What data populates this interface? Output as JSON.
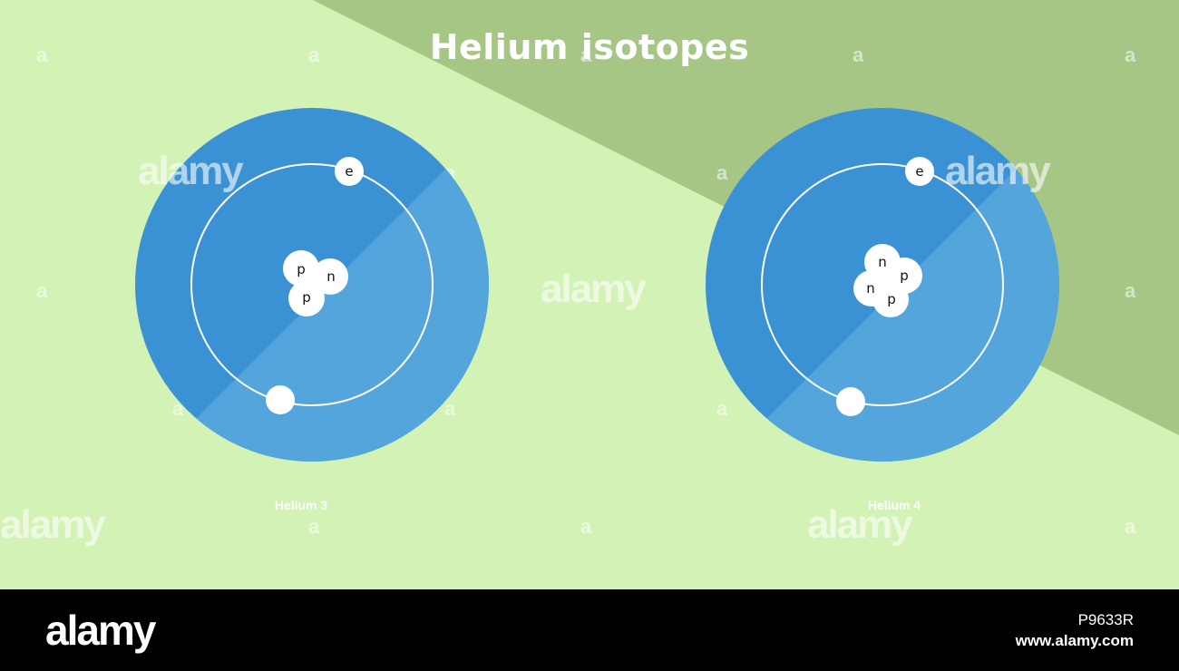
{
  "title": "Helium isotopes",
  "colors": {
    "background_light": "#d3f2b5",
    "background_dark": "#a6c685",
    "atom_outer": "#3a92d4",
    "atom_shade": "#54a5dc",
    "particle": "#ffffff",
    "footer": "#000000"
  },
  "atoms": [
    {
      "caption": "Helium 3",
      "electron_label": "e",
      "nucleus": [
        "p",
        "n",
        "p"
      ]
    },
    {
      "caption": "Helium 4",
      "electron_label": "e",
      "nucleus": [
        "n",
        "p",
        "n",
        "p"
      ]
    }
  ],
  "watermark": {
    "small": "a",
    "big": "alamy"
  },
  "footer": {
    "logo": "alamy",
    "image_id": "P9633R",
    "url": "www.alamy.com"
  }
}
